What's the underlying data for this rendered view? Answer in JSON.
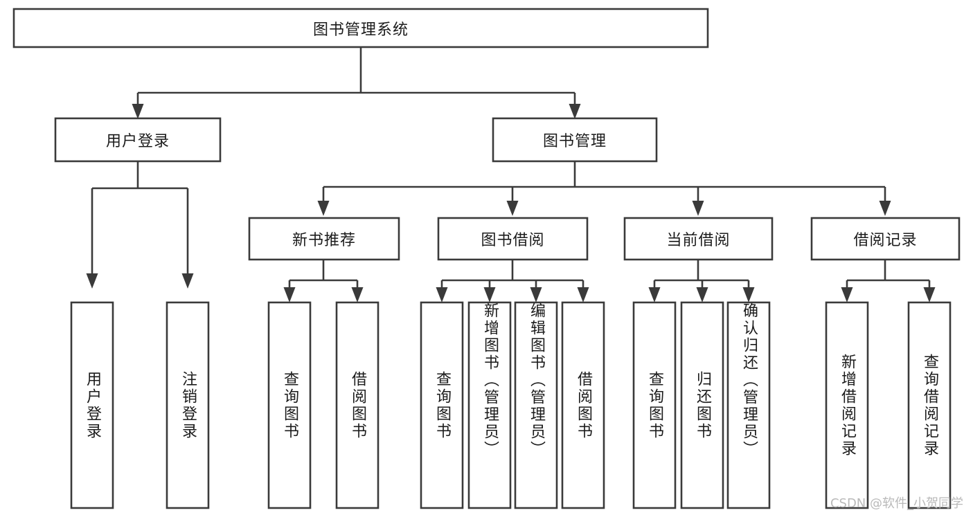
{
  "diagram": {
    "type": "tree",
    "title": "图书管理系统",
    "watermark": "CSDN @软件_小贺同学",
    "colors": {
      "box_stroke": "#3a3a3a",
      "box_fill": "#ffffff",
      "text": "#1b1b1b",
      "connector": "#3a3a3a",
      "watermark": "#b9b9b9",
      "background": "#ffffff"
    },
    "nodes": {
      "root": {
        "label": "图书管理系统",
        "orientation": "horizontal"
      },
      "level1": [
        {
          "label": "用户登录",
          "orientation": "horizontal"
        },
        {
          "label": "图书管理",
          "orientation": "horizontal"
        }
      ],
      "level2": [
        {
          "label": "新书推荐",
          "orientation": "horizontal"
        },
        {
          "label": "图书借阅",
          "orientation": "horizontal"
        },
        {
          "label": "当前借阅",
          "orientation": "horizontal"
        },
        {
          "label": "借阅记录",
          "orientation": "horizontal"
        }
      ],
      "leaves": {
        "user_login": [
          {
            "label": "用户登录",
            "orientation": "vertical"
          },
          {
            "label": "注销登录",
            "orientation": "vertical"
          }
        ],
        "new_book_recommend": [
          {
            "label": "查询图书",
            "orientation": "vertical"
          },
          {
            "label": "借阅图书",
            "orientation": "vertical"
          }
        ],
        "book_borrow": [
          {
            "label": "查询图书",
            "orientation": "vertical"
          },
          {
            "label": "新增图书（管理员）",
            "orientation": "vertical"
          },
          {
            "label": "编辑图书（管理员）",
            "orientation": "vertical"
          },
          {
            "label": "借阅图书",
            "orientation": "vertical"
          }
        ],
        "current_borrow": [
          {
            "label": "查询图书",
            "orientation": "vertical"
          },
          {
            "label": "归还图书",
            "orientation": "vertical"
          },
          {
            "label": "确认归还（管理员）",
            "orientation": "vertical"
          }
        ],
        "borrow_record": [
          {
            "label": "新增借阅记录",
            "orientation": "vertical"
          },
          {
            "label": "查询借阅记录",
            "orientation": "vertical"
          }
        ]
      }
    }
  }
}
